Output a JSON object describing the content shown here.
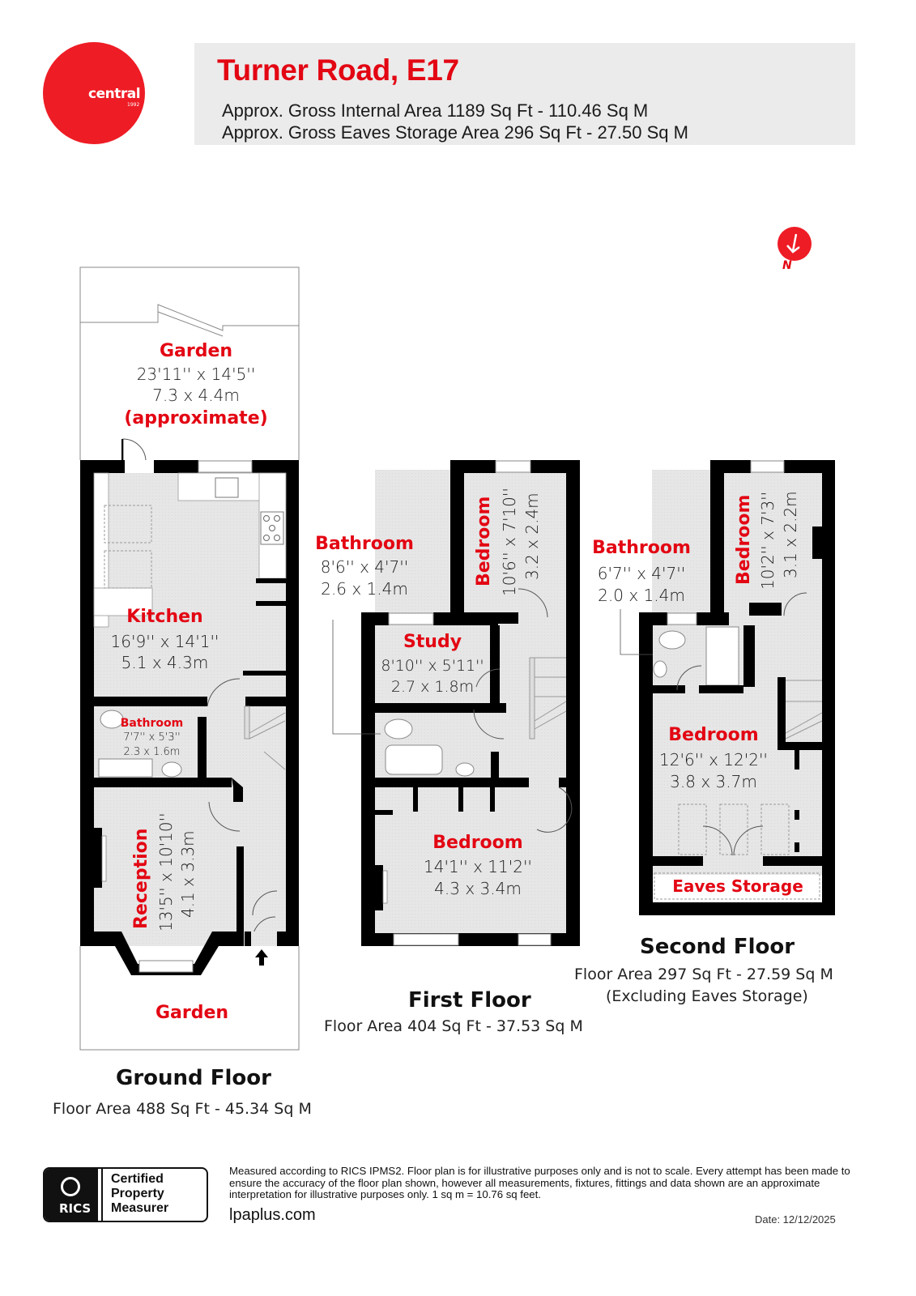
{
  "header": {
    "logo": {
      "word": "central",
      "year": "1992",
      "color": "#ee1c25"
    },
    "title": "Turner Road, E17",
    "lines": [
      "Approx. Gross Internal Area 1189 Sq Ft - 110.46 Sq M",
      "Approx. Gross Eaves Storage Area 296 Sq Ft - 27.50 Sq M"
    ],
    "band_color": "#ebebeb",
    "accent_color": "#e30613"
  },
  "compass": {
    "label": "N",
    "icon": "north-arrow-icon"
  },
  "floors": {
    "ground": {
      "title": "Ground Floor",
      "area": "Floor Area 488 Sq Ft - 45.34 Sq M",
      "rooms": {
        "garden_rear": {
          "name": "Garden",
          "imperial": "23'11'' x 14'5''",
          "metric": "7.3 x 4.4m",
          "note": "(approximate)"
        },
        "kitchen": {
          "name": "Kitchen",
          "imperial": "16'9'' x 14'1''",
          "metric": "5.1 x 4.3m"
        },
        "bathroom": {
          "name": "Bathroom",
          "imperial": "7'7'' x 5'3''",
          "metric": "2.3 x 1.6m"
        },
        "reception": {
          "name": "Reception",
          "imperial": "13'5'' x 10'10''",
          "metric": "4.1 x 3.3m"
        },
        "garden_front": {
          "name": "Garden"
        }
      }
    },
    "first": {
      "title": "First Floor",
      "area": "Floor Area 404 Sq Ft - 37.53 Sq M",
      "rooms": {
        "bathroom": {
          "name": "Bathroom",
          "imperial": "8'6'' x 4'7''",
          "metric": "2.6 x 1.4m"
        },
        "bedroom_small": {
          "name": "Bedroom",
          "imperial": "10'6'' x 7'10''",
          "metric": "3.2 x 2.4m"
        },
        "study": {
          "name": "Study",
          "imperial": "8'10'' x 5'11''",
          "metric": "2.7 x 1.8m"
        },
        "bedroom_main": {
          "name": "Bedroom",
          "imperial": "14'1'' x 11'2''",
          "metric": "4.3 x 3.4m"
        }
      }
    },
    "second": {
      "title": "Second Floor",
      "area": "Floor Area 297 Sq Ft - 27.59 Sq M",
      "area_note": "(Excluding Eaves Storage)",
      "rooms": {
        "bathroom": {
          "name": "Bathroom",
          "imperial": "6'7'' x 4'7''",
          "metric": "2.0 x 1.4m"
        },
        "bedroom_small": {
          "name": "Bedroom",
          "imperial": "10'2'' x 7'3''",
          "metric": "3.1 x 2.2m"
        },
        "bedroom_main": {
          "name": "Bedroom",
          "imperial": "12'6'' x 12'2''",
          "metric": "3.8 x 3.7m"
        },
        "eaves": {
          "name": "Eaves Storage"
        }
      }
    }
  },
  "footer": {
    "badge": {
      "org": "RICS",
      "lines": [
        "Certified",
        "Property",
        "Measurer"
      ]
    },
    "disclaimer": "Measured according to RICS IPMS2. Floor plan is for illustrative purposes only and is not to scale. Every attempt has been made to ensure the accuracy of the floor plan shown, however all measurements, fixtures, fittings and data shown are an approximate interpretation for illustrative purposes only. 1 sq m = 10.76 sq feet.",
    "website": "lpaplus.com",
    "date": "Date: 12/12/2025"
  }
}
